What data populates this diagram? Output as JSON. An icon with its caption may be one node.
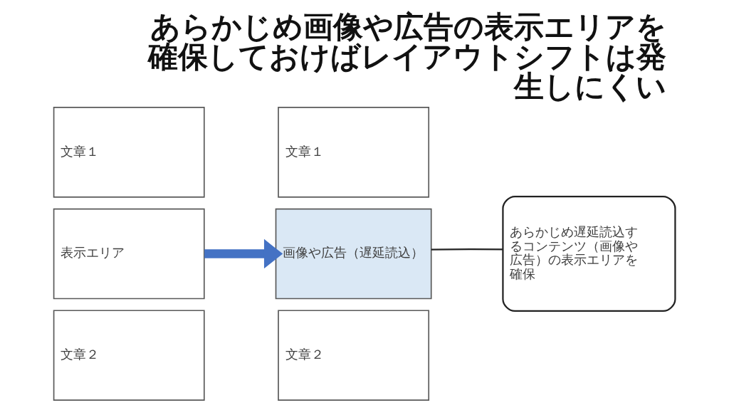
{
  "diagram": {
    "title": "あらかじめ画像や広告の表示エリアを確保しておけばレイアウトシフトは発生しにくい",
    "nodes": [
      {
        "text": [
          "文章１"
        ]
      },
      {
        "text": [
          "表示エリア"
        ]
      },
      {
        "text": [
          "文章２"
        ]
      },
      {
        "text": [
          "文章１"
        ]
      },
      {
        "text": [
          "画像や広告（遅延読込）"
        ]
      },
      {
        "text": [
          "文章２"
        ]
      },
      {
        "text": [
          "あらかじめ遅延読込するコンテンツ（画像や広告）の表示エリアを確保"
        ]
      }
    ],
    "edges": [
      {
        "from": 1,
        "to": 4,
        "arrow": "to",
        "style": "thick",
        "color": "#4472c4"
      },
      {
        "from": 6,
        "to": 4,
        "arrow": "none",
        "color": "#222222"
      }
    ]
  }
}
